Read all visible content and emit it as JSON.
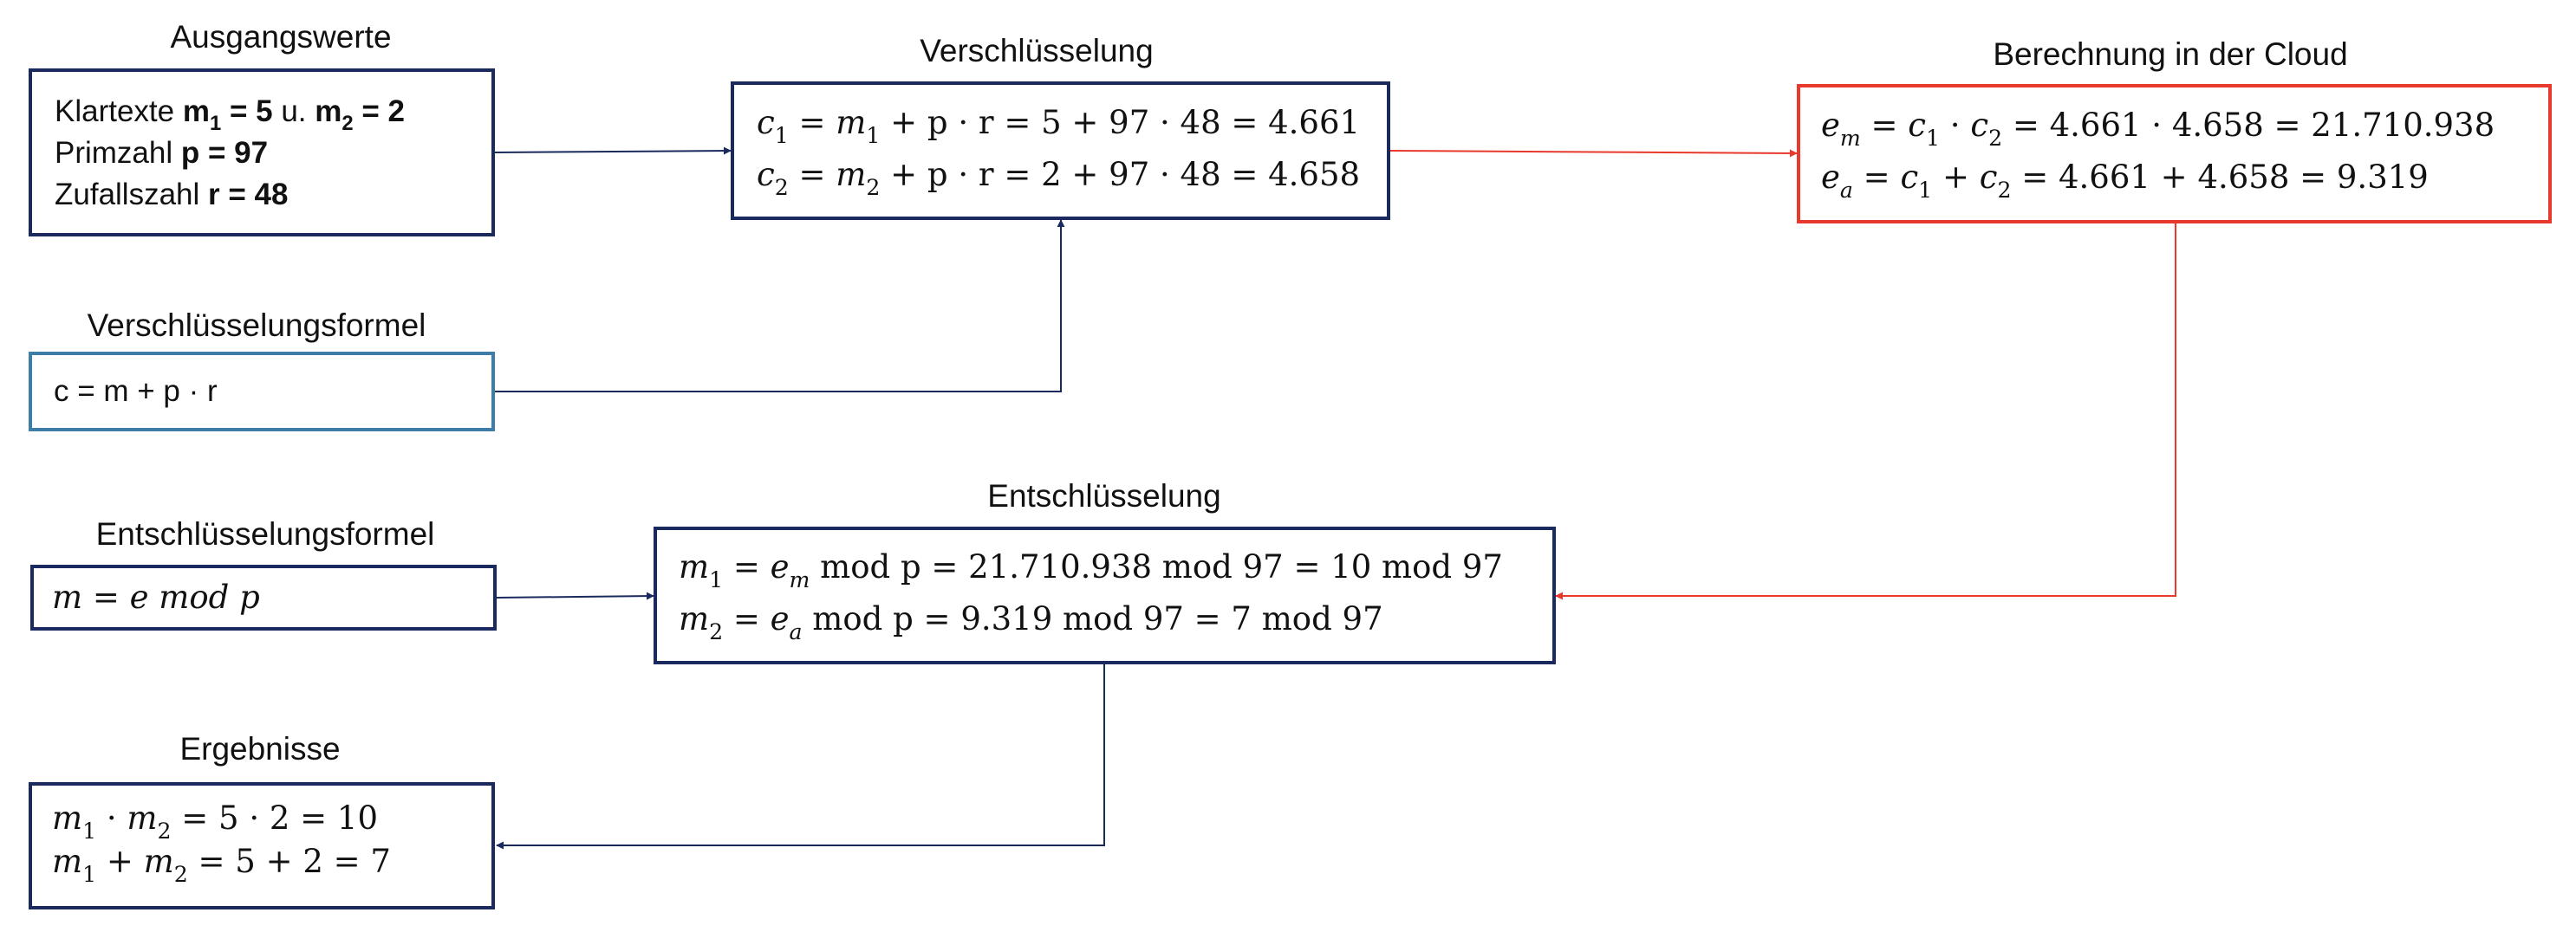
{
  "titles": {
    "ausgangswerte": "Ausgangswerte",
    "verschluesselung": "Verschlüsselung",
    "berechnung": "Berechnung in der Cloud",
    "verschluesselungsformel": "Verschlüsselungsformel",
    "entschluesselungsformel": "Entschlüsselungsformel",
    "entschluesselung": "Entschlüsselung",
    "ergebnisse": "Ergebnisse"
  },
  "ausgangswerte": {
    "line1_prefix": "Klartexte ",
    "m1_label": "m",
    "m1_sub": "1",
    "m1_value": " = 5",
    "connector": " u. ",
    "m2_label": "m",
    "m2_sub": "2",
    "m2_value": " = 2",
    "line2_prefix": "Primzahl ",
    "line2_value": "p = 97",
    "line3_prefix": "Zufallszahl ",
    "line3_value": "r = 48"
  },
  "verschluesselung": {
    "c1": {
      "v": "c",
      "s": "1",
      "eq": " = ",
      "m": "m",
      "ms": "1",
      "rest": " + p · r = 5 + 97 · 48 = 4.661"
    },
    "c2": {
      "v": "c",
      "s": "2",
      "eq": " = ",
      "m": "m",
      "ms": "2",
      "rest": " + p · r = 2 + 97 · 48 = 4.658"
    }
  },
  "berechnung": {
    "em": {
      "v": "e",
      "s": "m",
      "eq": " = ",
      "c1": "c",
      "c1s": "1",
      "op": " · ",
      "c2": "c",
      "c2s": "2",
      "rest": " = 4.661 · 4.658 = 21.710.938"
    },
    "ea": {
      "v": "e",
      "s": "a",
      "eq": " = ",
      "c1": "c",
      "c1s": "1",
      "op": " + ",
      "c2": "c",
      "c2s": "2",
      "rest": " = 4.661 + 4.658 = 9.319"
    }
  },
  "verschluesselungsformel": {
    "formula": "c = m + p · r"
  },
  "entschluesselungsformel": {
    "formula": "m = e mod p"
  },
  "entschluesselung": {
    "m1": {
      "v": "m",
      "s": "1",
      "eq": " = ",
      "e": "e",
      "es": "m",
      "rest": " mod p = 21.710.938 mod 97 = 10 mod 97"
    },
    "m2": {
      "v": "m",
      "s": "2",
      "eq": " = ",
      "e": "e",
      "es": "a",
      "rest": " mod p = 9.319 mod 97 = 7 mod 97"
    }
  },
  "ergebnisse": {
    "line1": {
      "a": "m",
      "as": "1",
      "op": " · ",
      "b": "m",
      "bs": "2",
      "rest": " = 5 · 2 = 10"
    },
    "line2": {
      "a": "m",
      "as": "1",
      "op": " + ",
      "b": "m",
      "bs": "2",
      "rest": " = 5 + 2 = 7"
    }
  },
  "colors": {
    "navy": "#1b2a5e",
    "teal": "#3c7ea8",
    "red": "#e8392c"
  }
}
